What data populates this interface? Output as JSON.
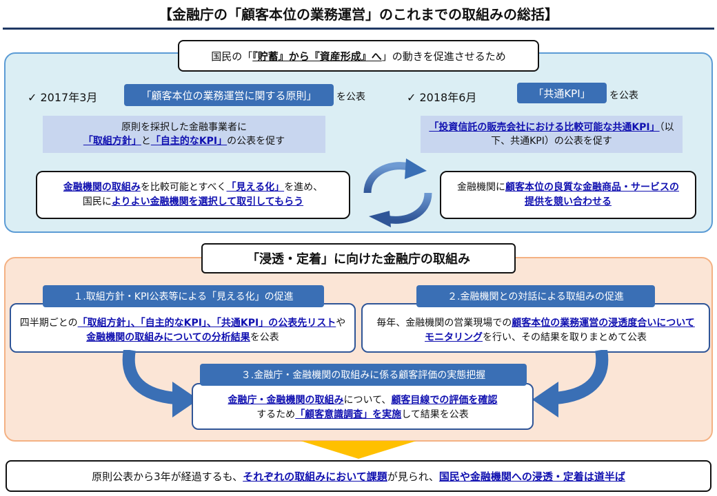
{
  "title": "【金融庁の「顧客本位の業務運営」のこれまでの取組みの総括】",
  "purpose": {
    "pre": "国民の「",
    "h1": "『貯蓄』から『資産形成』へ",
    "post": "」の動きを促進させるため"
  },
  "left": {
    "check": "✓ 2017年3月",
    "pill": "「顧客本位の業務運営に関する原則」",
    "after": "を公表",
    "note_line1": "原則を採択した金融事業者に",
    "note_h1": "「取組方針」",
    "note_mid": "と",
    "note_h2": "「自主的なKPI」",
    "note_post": "の公表を促す"
  },
  "right": {
    "check": "✓ 2018年6月",
    "pill": "「共通KPI」",
    "after": "を公表",
    "note_h1": "「投資信託の販売会社における比較可能な共通KPI」",
    "note_post": "（以下、共通KPI）の公表を促す"
  },
  "cycle_left": {
    "h1": "金融機関の取組み",
    "t1": "を比較可能とすべく",
    "h2": "「見える化」",
    "t2": "を進め、",
    "t3": "国民に",
    "h3": "よりよい金融機関を選択して取引してもらう"
  },
  "cycle_right": {
    "t1": "金融機関に",
    "h1": "顧客本位の良質な金融商品・サービスの提供を競い合わせる"
  },
  "section_title": "「浸透・定着」に向けた金融庁の取組み",
  "item1": {
    "label": "１.取組方針・KPI公表等による「見える化」の促進",
    "t1": "四半期ごとの",
    "h1": "「取組方針」、「自主的なKPI」、「共通KPI」の公表先リスト",
    "t2": "や",
    "h2": "金融機関の取組みについての分析結果",
    "t3": "を公表"
  },
  "item2": {
    "label": "２.金融機関との対話による取組みの促進",
    "t1": "毎年、金融機関の営業現場での",
    "h1": "顧客本位の業務運営の浸透度合いについてモニタリング",
    "t2": "を行い、その結果を取りまとめて公表"
  },
  "item3": {
    "label": "３.金融庁・金融機関の取組みに係る顧客評価の実態把握",
    "h1": "金融庁・金融機関の取組み",
    "t1": "について、",
    "h2": "顧客目線での評価を確認",
    "t2": "するため",
    "h3": "「顧客意識調査」を実施",
    "t3": "して結果を公表"
  },
  "conclusion": {
    "t1": "原則公表から3年が経過するも、",
    "h1": "それぞれの取組みにおいて課題",
    "t2": "が見られ、",
    "h2": "国民や金融機関への浸透・定着は道半ば"
  },
  "colors": {
    "accent_blue": "#3a6fb5",
    "highlight_text": "#1010b0",
    "top_panel": "#dbeef4",
    "bottom_panel": "#fbe5d6",
    "arrow_yellow": "#ffc000"
  }
}
